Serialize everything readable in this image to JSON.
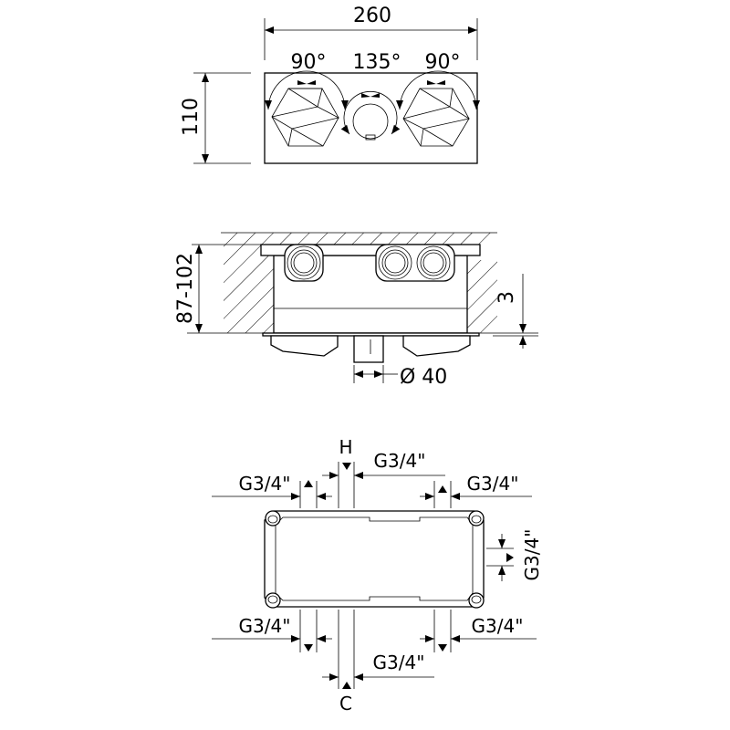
{
  "top_view": {
    "width_label": "260",
    "height_label": "110",
    "left_angle": "90°",
    "center_angle": "135°",
    "right_angle": "90°"
  },
  "side_view": {
    "depth_label": "87-102",
    "offset_label": "3",
    "diameter_label": "Ø 40"
  },
  "bottom_view": {
    "hot_label": "H",
    "cold_label": "C",
    "top_left_label": "G3/4\"",
    "top_center_label": "G3/4\"",
    "top_right_label": "G3/4\"",
    "right_label": "G3/4\"",
    "bottom_left_label": "G3/4\"",
    "bottom_center_label": "G3/4\"",
    "bottom_right_label": "G3/4\""
  },
  "colors": {
    "line": "#000000",
    "background": "#ffffff"
  }
}
